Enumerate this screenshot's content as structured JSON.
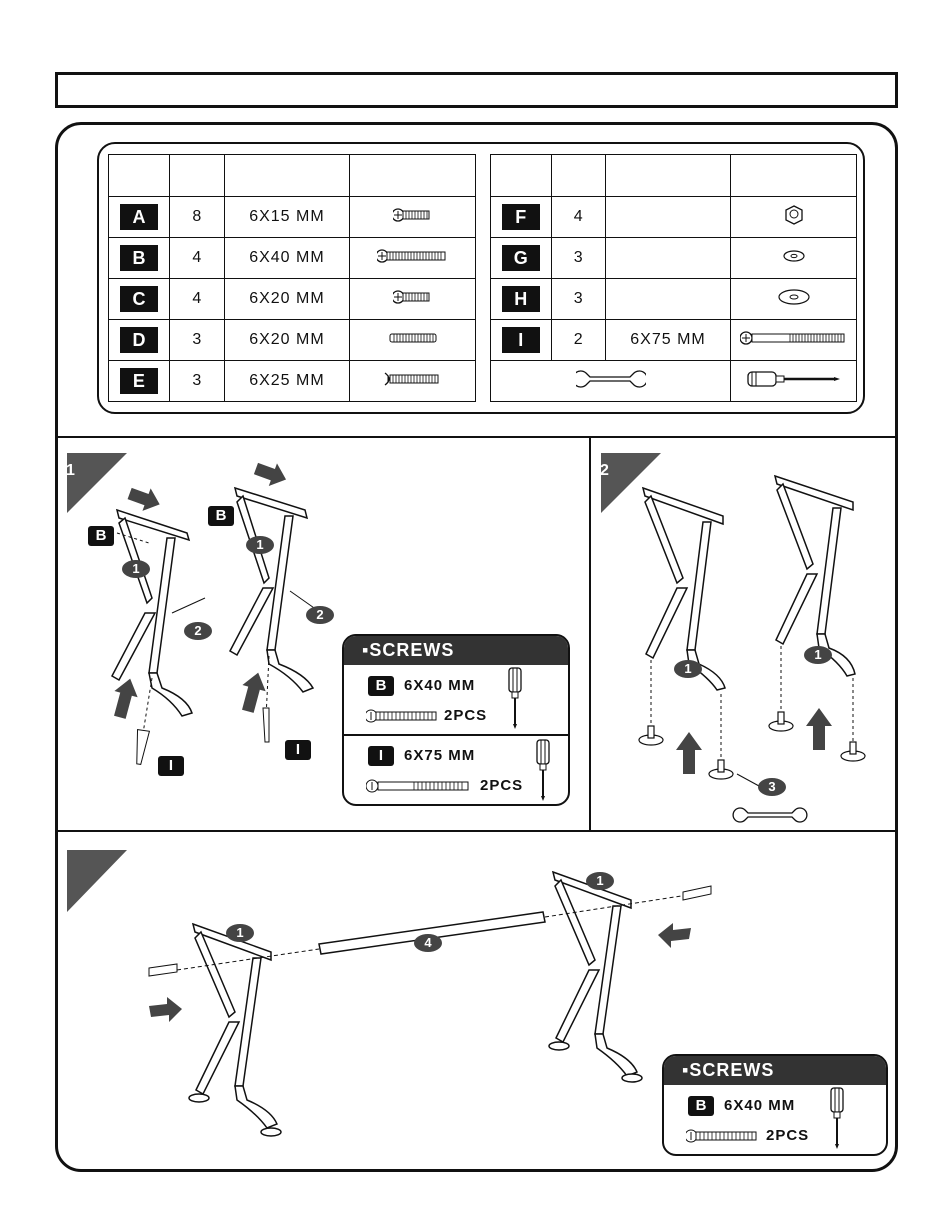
{
  "parts_left": [
    {
      "letter": "A",
      "qty": "8",
      "size": "6X15 MM",
      "icon": "screw-short-icon"
    },
    {
      "letter": "B",
      "qty": "4",
      "size": "6X40 MM",
      "icon": "screw-long-icon"
    },
    {
      "letter": "C",
      "qty": "4",
      "size": "6X20 MM",
      "icon": "screw-short-icon"
    },
    {
      "letter": "D",
      "qty": "3",
      "size": "6X20 MM",
      "icon": "threaded-rod-icon"
    },
    {
      "letter": "E",
      "qty": "3",
      "size": "6X25 MM",
      "icon": "screw-medium-icon"
    }
  ],
  "parts_right": [
    {
      "letter": "F",
      "qty": "4",
      "size": "",
      "icon": "nut-icon"
    },
    {
      "letter": "G",
      "qty": "3",
      "size": "",
      "icon": "washer-small-icon"
    },
    {
      "letter": "H",
      "qty": "3",
      "size": "",
      "icon": "washer-large-icon"
    },
    {
      "letter": "I",
      "qty": "2",
      "size": "6X75 MM",
      "icon": "bolt-long-icon"
    }
  ],
  "tools": [
    "wrench-icon",
    "screwdriver-icon"
  ],
  "steps": {
    "step1": {
      "number": "1",
      "labels": {
        "B": "B",
        "I": "I",
        "c1": "1",
        "c2": "2"
      }
    },
    "step2": {
      "number": "2",
      "labels": {
        "c1": "1",
        "c3": "3"
      }
    },
    "step3": {
      "labels": {
        "c1": "1",
        "c4": "4"
      }
    }
  },
  "screws_box_1": {
    "title": "SCREWS",
    "rows": [
      {
        "letter": "B",
        "size": "6X40 MM",
        "qty": "2PCS"
      },
      {
        "letter": "I",
        "size": "6X75 MM",
        "qty": "2PCS"
      }
    ]
  },
  "screws_box_2": {
    "title": "SCREWS",
    "rows": [
      {
        "letter": "B",
        "size": "6X40 MM",
        "qty": "2PCS"
      }
    ]
  }
}
